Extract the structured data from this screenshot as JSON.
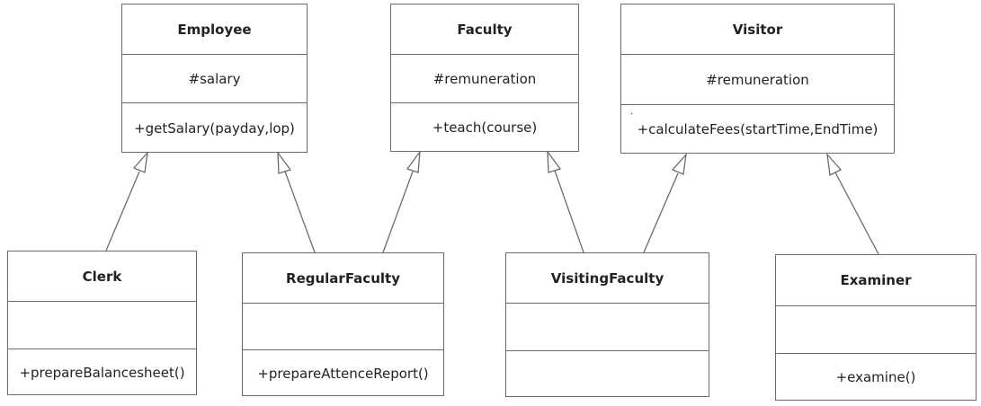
{
  "classes": {
    "employee": {
      "name": "Employee",
      "attribute": "#salary",
      "method": "+getSalary(payday,lop)"
    },
    "faculty": {
      "name": "Faculty",
      "attribute": "#remuneration",
      "method": "+teach(course)"
    },
    "visitor": {
      "name": "Visitor",
      "attribute": "#remuneration",
      "method": "+calculateFees(startTime,EndTime)",
      "mark": "."
    },
    "clerk": {
      "name": "Clerk",
      "attribute": "",
      "method": "+prepareBalancesheet()"
    },
    "regular_faculty": {
      "name": "RegularFaculty",
      "attribute": "",
      "method": "+prepareAttenceReport()"
    },
    "visiting_faculty": {
      "name": "VisitingFaculty",
      "attribute": "",
      "method": ""
    },
    "examiner": {
      "name": "Examiner",
      "attribute": "",
      "method": "+examine()"
    }
  },
  "relationships": [
    {
      "type": "generalization",
      "from": "Clerk",
      "to": "Employee"
    },
    {
      "type": "generalization",
      "from": "RegularFaculty",
      "to": "Employee"
    },
    {
      "type": "generalization",
      "from": "RegularFaculty",
      "to": "Faculty"
    },
    {
      "type": "generalization",
      "from": "VisitingFaculty",
      "to": "Faculty"
    },
    {
      "type": "generalization",
      "from": "VisitingFaculty",
      "to": "Visitor"
    },
    {
      "type": "generalization",
      "from": "Examiner",
      "to": "Visitor"
    }
  ],
  "colors": {
    "line": "#6b6b6b",
    "text": "#222222",
    "background": "#ffffff"
  }
}
